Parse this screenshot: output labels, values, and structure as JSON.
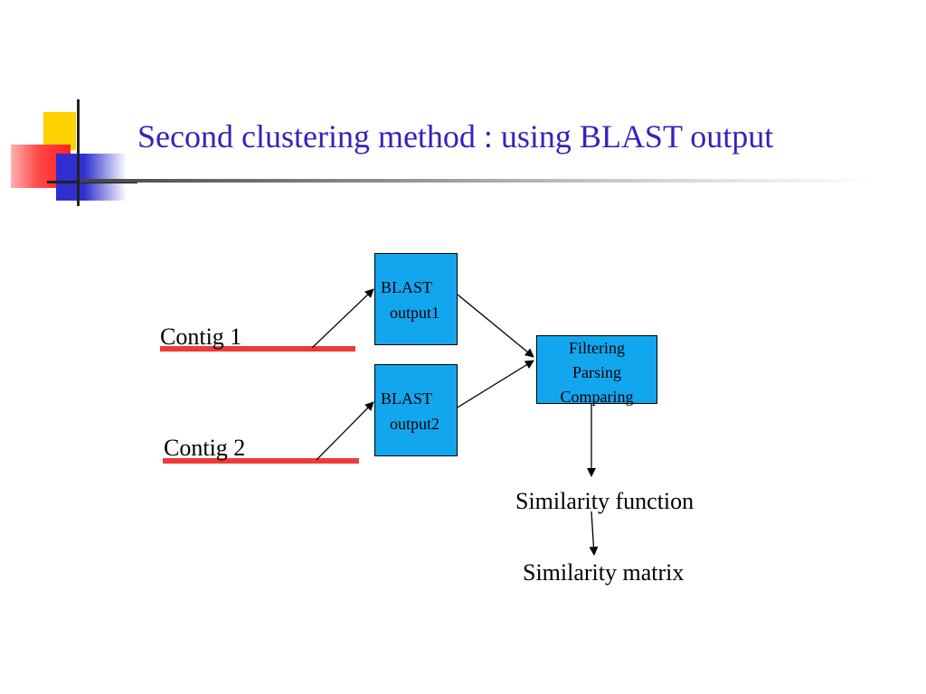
{
  "slide": {
    "title": "Second clustering method : using BLAST output"
  },
  "diagram": {
    "contig1": "Contig 1",
    "contig2": "Contig 2",
    "blast1": {
      "line1": "BLAST",
      "line2": "output1"
    },
    "blast2": {
      "line1": "BLAST",
      "line2": "output2"
    },
    "process": {
      "line1": "Filtering",
      "line2": "Parsing",
      "line3": "Comparing"
    },
    "similarity_function": "Similarity function",
    "similarity_matrix": "Similarity matrix"
  },
  "colors": {
    "title": "#3a1fbf",
    "box_fill": "#12a6ee",
    "contig_underline": "#ef3a3a"
  }
}
